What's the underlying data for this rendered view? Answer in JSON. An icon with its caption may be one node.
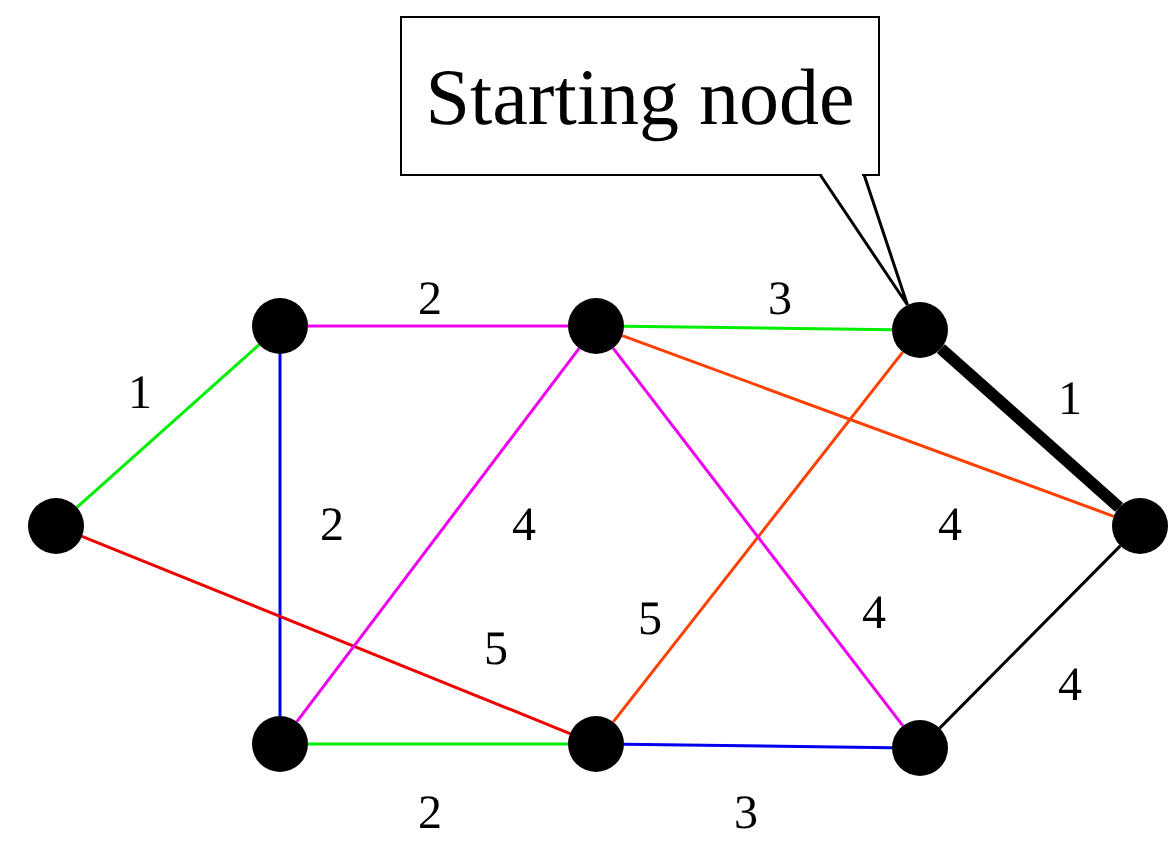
{
  "diagram": {
    "nodes": [
      {
        "text": [
          "Starting node"
        ]
      },
      {
        "text": [],
        "shape": "circle"
      },
      {
        "text": [],
        "shape": "circle"
      },
      {
        "text": [],
        "shape": "circle"
      },
      {
        "text": [],
        "shape": "circle"
      },
      {
        "text": [],
        "shape": "circle"
      },
      {
        "text": [],
        "shape": "circle"
      },
      {
        "text": [],
        "shape": "circle"
      },
      {
        "text": [],
        "shape": "circle"
      }
    ],
    "edges": [
      {
        "from": 0,
        "to": 6,
        "arrow": "none"
      },
      {
        "from": 1,
        "to": 2,
        "arrow": "none",
        "label": "1",
        "color": "#00ee00"
      },
      {
        "from": 2,
        "to": 4,
        "arrow": "none",
        "label": "2",
        "color": "#ee00ee"
      },
      {
        "from": 4,
        "to": 6,
        "arrow": "none",
        "label": "3",
        "color": "#00ee00"
      },
      {
        "from": 6,
        "to": 8,
        "arrow": "none",
        "label": "1",
        "style": "thick",
        "color": "#000000"
      },
      {
        "from": 2,
        "to": 3,
        "arrow": "none",
        "label": "2",
        "color": "#0000ee"
      },
      {
        "from": 1,
        "to": 5,
        "arrow": "none",
        "label": "5",
        "color": "#ee0000"
      },
      {
        "from": 3,
        "to": 4,
        "arrow": "none",
        "label": "4",
        "color": "#ee00ee"
      },
      {
        "from": 5,
        "to": 6,
        "arrow": "none",
        "label": "5",
        "color": "#ff4000"
      },
      {
        "from": 4,
        "to": 8,
        "arrow": "none",
        "label": "4",
        "color": "#ff4000"
      },
      {
        "from": 4,
        "to": 7,
        "arrow": "none",
        "label": "4",
        "color": "#ee00ee"
      },
      {
        "from": 8,
        "to": 7,
        "arrow": "none",
        "label": "4",
        "color": "#000000"
      },
      {
        "from": 3,
        "to": 5,
        "arrow": "none",
        "label": "2",
        "color": "#00ee00"
      },
      {
        "from": 5,
        "to": 7,
        "arrow": "none",
        "label": "3",
        "color": "#0000ee"
      }
    ]
  }
}
